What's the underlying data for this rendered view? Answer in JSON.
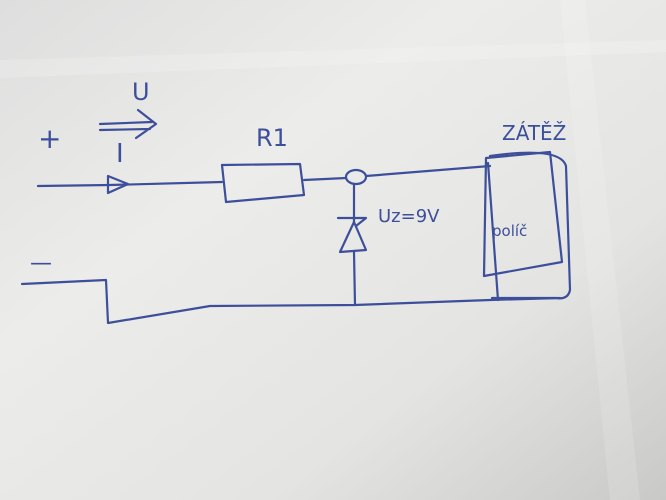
{
  "labels": {
    "plus": "+",
    "minus": "—",
    "voltage": "U",
    "current": "I",
    "resistor": "R1",
    "zener": "Uz=9V",
    "load_title": "ZÁTĚŽ",
    "load_inner": "políč"
  },
  "colors": {
    "ink": "#3d4f9a",
    "paper_light": "#f4f4f2",
    "paper_shadow": "#d2d2d0"
  }
}
